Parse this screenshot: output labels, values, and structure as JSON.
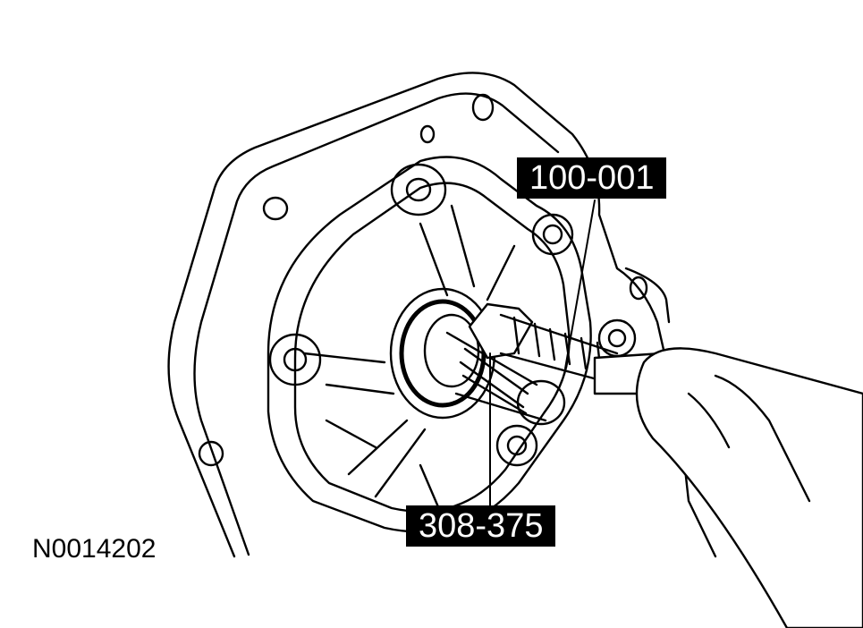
{
  "figure": {
    "id": "N0014202",
    "callouts": {
      "tool_a": "100-001",
      "tool_b": "308-375"
    }
  },
  "colors": {
    "line": "#000000",
    "background": "#ffffff",
    "label_bg": "#000000",
    "label_text": "#ffffff"
  }
}
